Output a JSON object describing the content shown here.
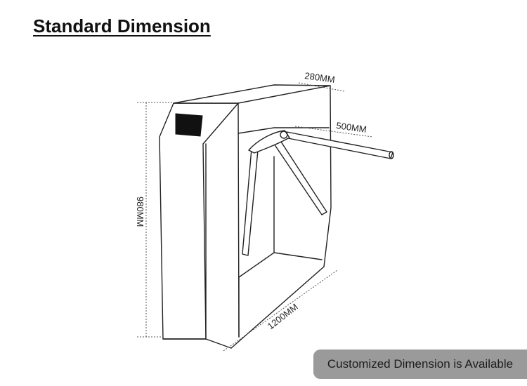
{
  "title": "Standard Dimension",
  "dimensions": {
    "depth": "280MM",
    "arm": "500MM",
    "height": "980MM",
    "length": "1200MM"
  },
  "badge": "Customized Dimension is Available"
}
